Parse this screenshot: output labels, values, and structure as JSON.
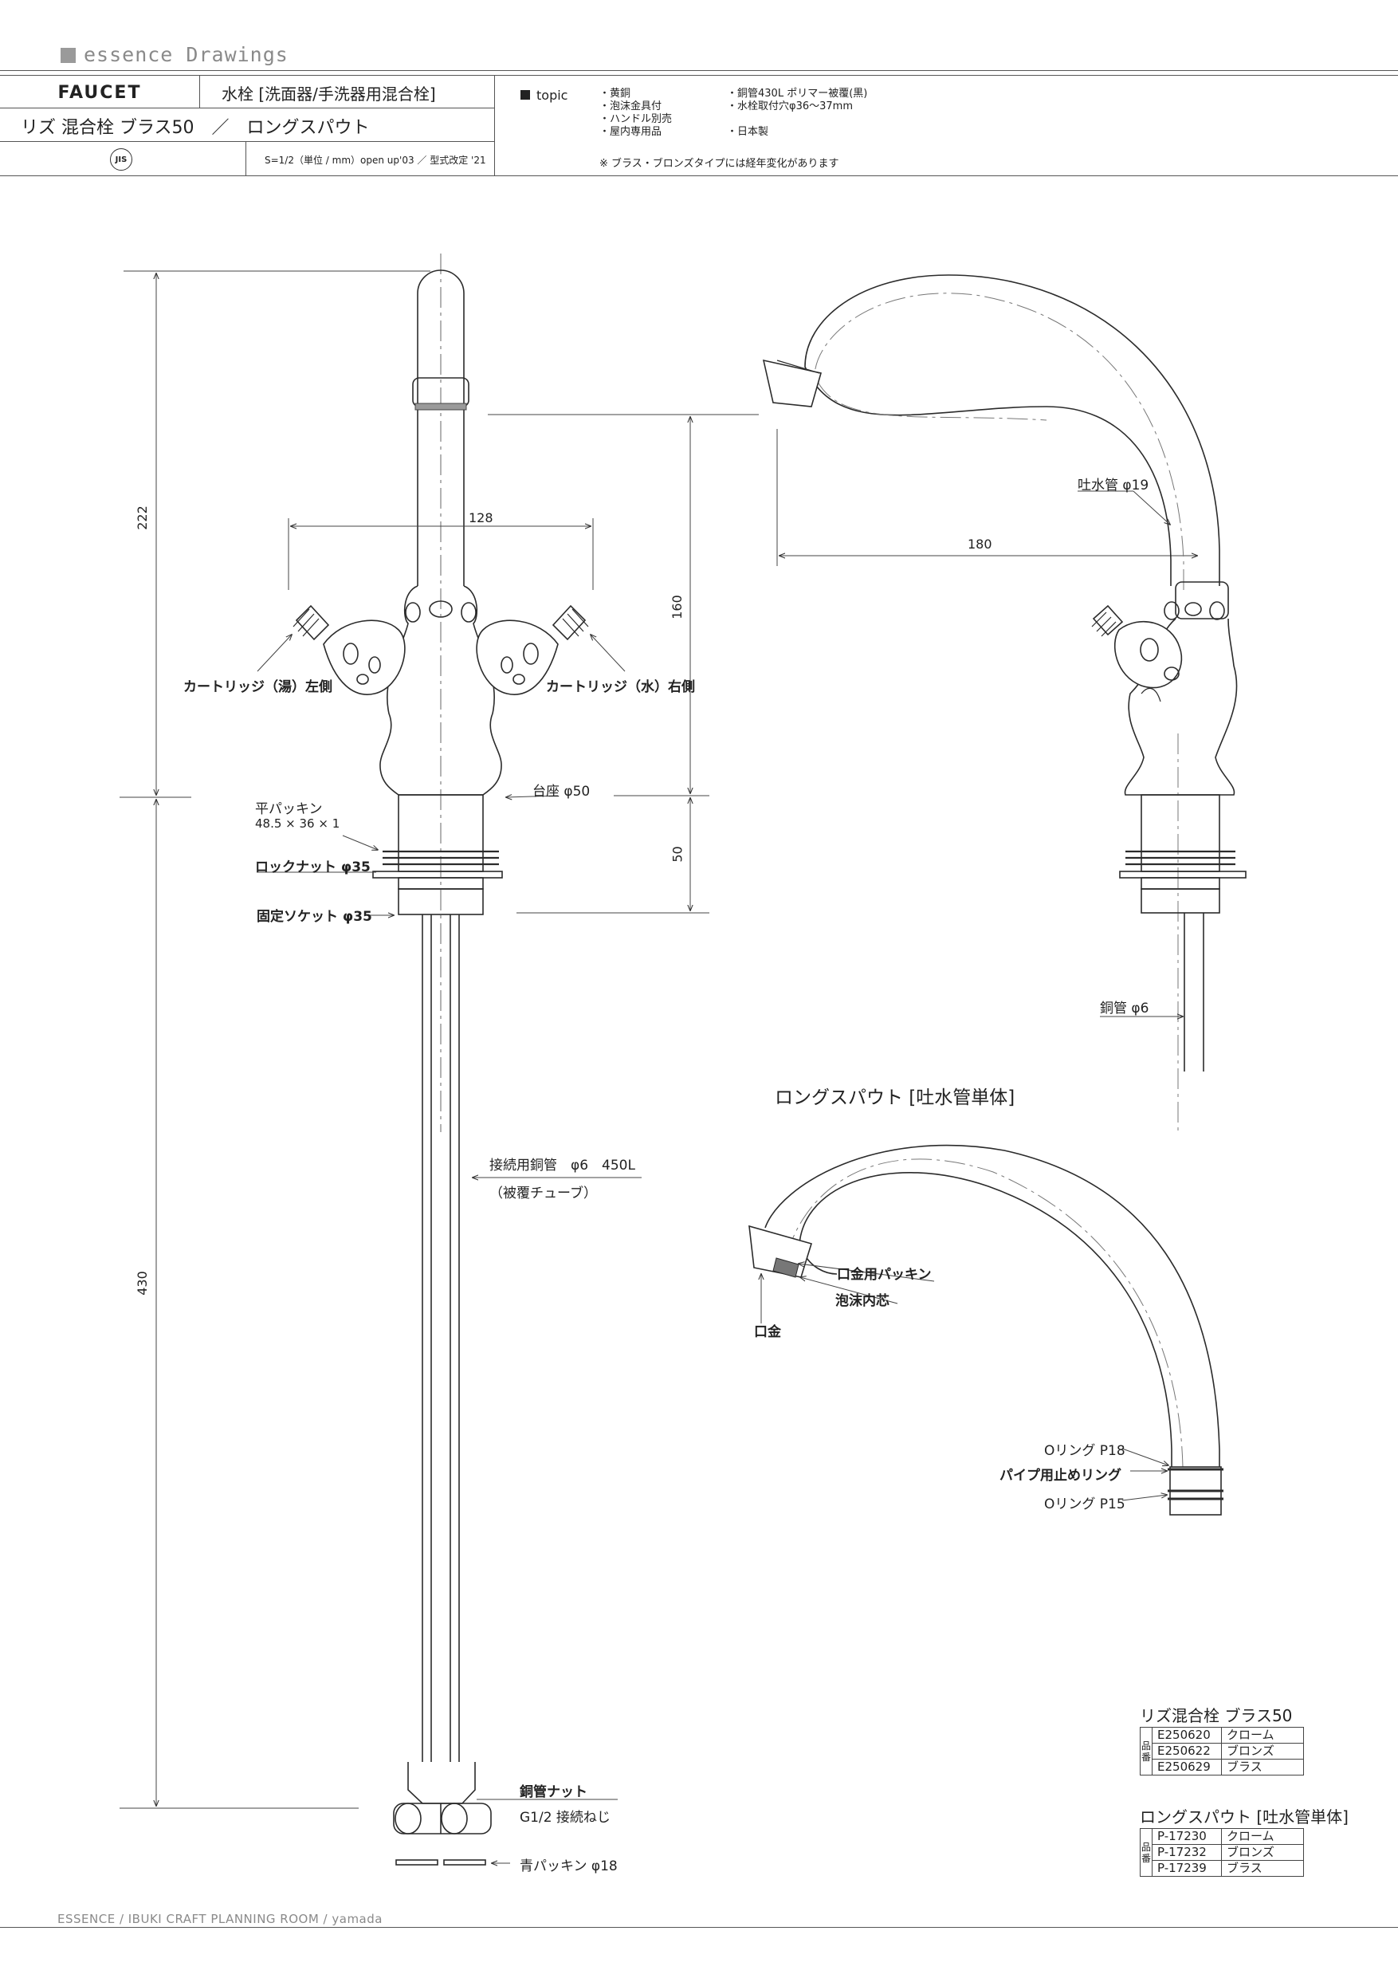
{
  "header": {
    "brand": "essence Drawings",
    "category": "FAUCET",
    "type": "水栓 [洗面器/手洗器用混合栓]",
    "product": "リズ 混合栓 ブラス50　／　ロングスパウト",
    "cert": "JIS",
    "scale_note": "S=1/2（単位 / mm）open up'03 ／ 型式改定 '21"
  },
  "topic": {
    "heading": "topic",
    "col1": [
      "・黄銅",
      "・泡沫金具付",
      "・ハンドル別売",
      "・屋内専用品"
    ],
    "col2": [
      "・銅管430L ポリマー被覆(黒)",
      "・水栓取付穴φ36〜37mm",
      "",
      "・日本製"
    ],
    "note": "※ ブラス・ブロンズタイプには経年変化があります"
  },
  "main_drawing": {
    "dims": {
      "height_upper": "222",
      "height_lower": "430",
      "handle_span": "128",
      "spout_height": "160",
      "base_height": "50",
      "spout_reach": "180"
    },
    "labels": {
      "hot_cartridge": "カートリッジ（湯）左側",
      "cold_cartridge": "カートリッジ（水）右側",
      "base": "台座 φ50",
      "flat_packing": "平パッキン",
      "flat_packing_size": "48.5 × 36 × 1",
      "lock_nut": "ロックナット φ35",
      "socket": "固定ソケット φ35",
      "pipe": "接続用銅管　φ6　450L",
      "pipe_sub": "（被覆チューブ）",
      "copper_nut": "銅管ナット",
      "thread": "G1/2 接続ねじ",
      "blue_packing": "青パッキン φ18",
      "spout_pipe": "吐水管 φ19",
      "side_pipe": "銅管 φ6"
    }
  },
  "spout_detail": {
    "title": "ロングスパウト [吐水管単体]",
    "labels": {
      "mouth_packing": "口金用パッキン",
      "aerator": "泡沫内芯",
      "mouth": "口金",
      "oring_p18": "Oリング  P18",
      "stop_ring": "パイプ用止めリング",
      "oring_p15": "Oリング  P15"
    }
  },
  "tables": [
    {
      "title": "リズ混合栓 ブラス50",
      "side": "品番",
      "rows": [
        {
          "code": "E250620",
          "finish": "クローム"
        },
        {
          "code": "E250622",
          "finish": "ブロンズ"
        },
        {
          "code": "E250629",
          "finish": "ブラス"
        }
      ]
    },
    {
      "title": "ロングスパウト [吐水管単体]",
      "side": "品番",
      "rows": [
        {
          "code": "P-17230",
          "finish": "クローム"
        },
        {
          "code": "P-17232",
          "finish": "ブロンズ"
        },
        {
          "code": "P-17239",
          "finish": "ブラス"
        }
      ]
    }
  ],
  "footer": "ESSENCE / IBUKI CRAFT  PLANNING ROOM / yamada"
}
